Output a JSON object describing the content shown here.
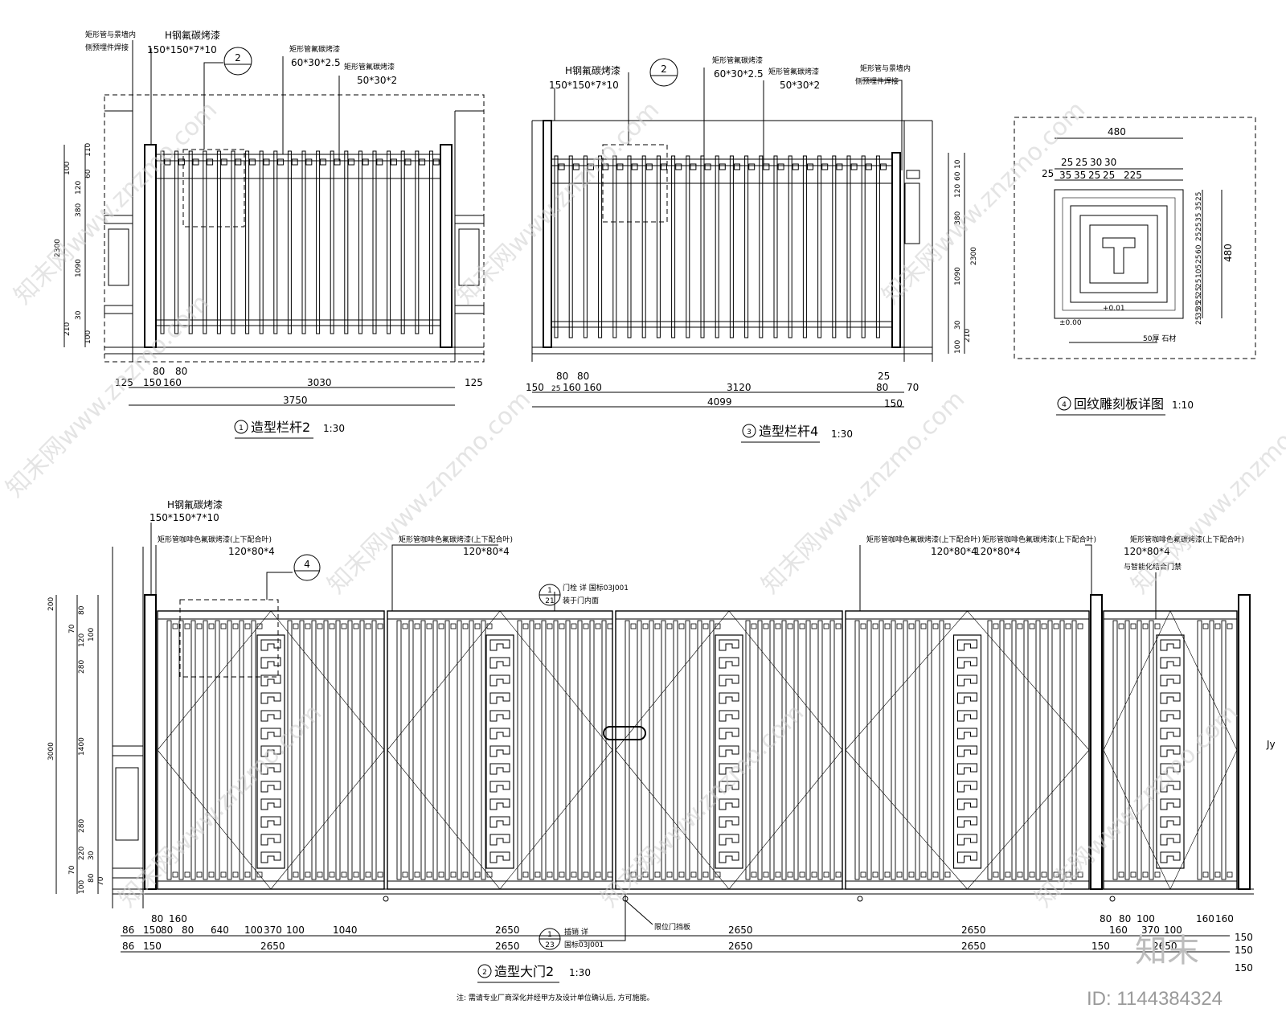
{
  "views": {
    "railing2": {
      "title": "造型栏杆2",
      "scale": "1:30",
      "number": "1",
      "labels": {
        "wall": [
          "矩形管与景墙内",
          "侧预埋件焊接"
        ],
        "h_steel_name": "H钢氟碳烤漆",
        "h_steel_size": "150*150*7*10",
        "rect1_name": "矩形管氟碳烤漆",
        "rect1_size": "60*30*2.5",
        "rect2_name": "矩形管氟碳烤漆",
        "rect2_size": "50*30*2",
        "callout": "2"
      },
      "vdims": [
        "110",
        "60",
        "120",
        "100",
        "380",
        "1090",
        "2300",
        "30",
        "210",
        "100"
      ],
      "hdims_top": [
        "125",
        "150",
        "80",
        "160",
        "80",
        "3030",
        "125"
      ],
      "hdim_total": "3750"
    },
    "railing4": {
      "title": "造型栏杆4",
      "scale": "1:30",
      "number": "3",
      "labels": {
        "h_steel_name": "H钢氟碳烤漆",
        "h_steel_size": "150*150*7*10",
        "rect1_name": "矩形管氟碳烤漆",
        "rect1_size": "60*30*2.5",
        "rect2_name": "矩形管氟碳烤漆",
        "rect2_size": "50*30*2",
        "wall": [
          "矩形管与景墙内",
          "侧预埋件焊接"
        ],
        "callout": "2"
      },
      "vdims": [
        "10",
        "60",
        "120",
        "380",
        "1090",
        "2300",
        "30",
        "210",
        "100"
      ],
      "hdims_top": [
        "150",
        "80",
        "80",
        "25",
        "160",
        "160",
        "3120",
        "25",
        "80",
        "70"
      ],
      "hdim_bottom": [
        "4099",
        "150"
      ]
    },
    "panel_detail": {
      "title": "回纹雕刻板详图",
      "scale": "1:10",
      "number": "4",
      "top_total": "480",
      "top_row1": [
        "25",
        "25",
        "30",
        "30"
      ],
      "top_row2": [
        "25",
        "35",
        "35",
        "25",
        "25",
        "225"
      ],
      "right_dims": [
        "25",
        "35",
        "35",
        "25",
        "25",
        "60",
        "25",
        "105",
        "25",
        "25",
        "25",
        "35",
        "35",
        "25"
      ],
      "right_total": "480",
      "level1": "±0.00",
      "level2": "+0.01",
      "note": "50厚 石材"
    },
    "gate2": {
      "title": "造型大门2",
      "scale": "1:30",
      "number": "2",
      "labels": {
        "h_steel_name": "H钢氟碳烤漆",
        "h_steel_size": "150*150*7*10",
        "rect_name": "矩形管咖啡色氟碳烤漆(上下配合叶)",
        "rect_size": "120*80*4",
        "rect_name_right": "矩形管咖啡色氟碳烤漆(上下配合叶)",
        "rect_size_right": "120*80*4",
        "smart_door": "与智能化结合门禁",
        "callout4": "4",
        "latch_num": "1",
        "latch_ref": "21",
        "latch_text": "门栓 详 国标03J001",
        "latch_sub": "装于门内面",
        "bolt_num": "1",
        "bolt_ref": "23",
        "bolt_text": "插销 详",
        "bolt_sub": "国标03J001",
        "stop_text": "限位门挡板"
      },
      "vdims": [
        "200",
        "80",
        "70",
        "120",
        "100",
        "280",
        "3000",
        "1400",
        "280",
        "220",
        "30",
        "70",
        "80",
        "70",
        "100"
      ],
      "hdims_row1": [
        "86",
        "150",
        "80",
        "160",
        "80",
        "80",
        "640",
        "100",
        "370",
        "100",
        "1040",
        "2650",
        "2650",
        "2650",
        "80",
        "80",
        "100",
        "160",
        "370",
        "100",
        "160",
        "160",
        "150"
      ],
      "hdims_row2": [
        "86",
        "150",
        "2650",
        "2650",
        "2650",
        "2650",
        "150",
        "2650",
        "150"
      ],
      "hdim_end": "150",
      "note": "注: 需请专业厂商深化并经甲方及设计单位确认后, 方可施能。",
      "side_mark": "Jy"
    }
  },
  "watermark": {
    "text": "知末网www.znzmo.com",
    "brand": "知末",
    "id": "ID: 1144384324"
  }
}
